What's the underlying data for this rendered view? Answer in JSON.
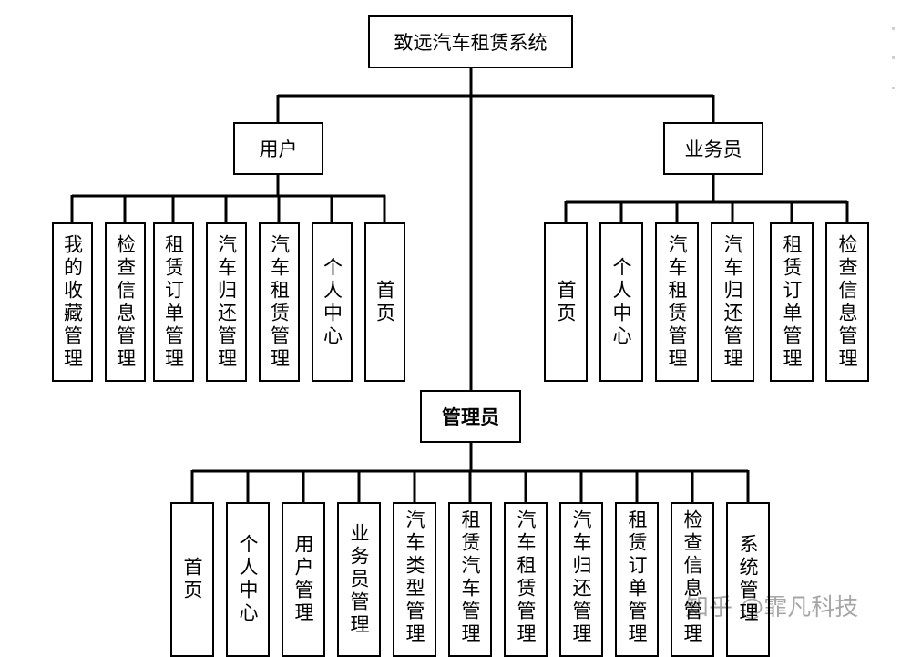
{
  "root": "致远汽车租赁系统",
  "user": {
    "title": "用户",
    "items": [
      "我的收藏管理",
      "检查信息管理",
      "租赁订单管理",
      "汽车归还管理",
      "汽车租赁管理",
      "个人中心",
      "首页"
    ]
  },
  "staff": {
    "title": "业务员",
    "items": [
      "首页",
      "个人中心",
      "汽车租赁管理",
      "汽车归还管理",
      "租赁订单管理",
      "检查信息管理"
    ]
  },
  "admin": {
    "title": "管理员",
    "items": [
      "首页",
      "个人中心",
      "用户管理",
      "业务员管理",
      "汽车类型管理",
      "租赁汽车管理",
      "汽车租赁管理",
      "汽车归还管理",
      "租赁订单管理",
      "检查信息管理",
      "系统管理"
    ]
  },
  "watermark": "知乎 @霏凡科技"
}
